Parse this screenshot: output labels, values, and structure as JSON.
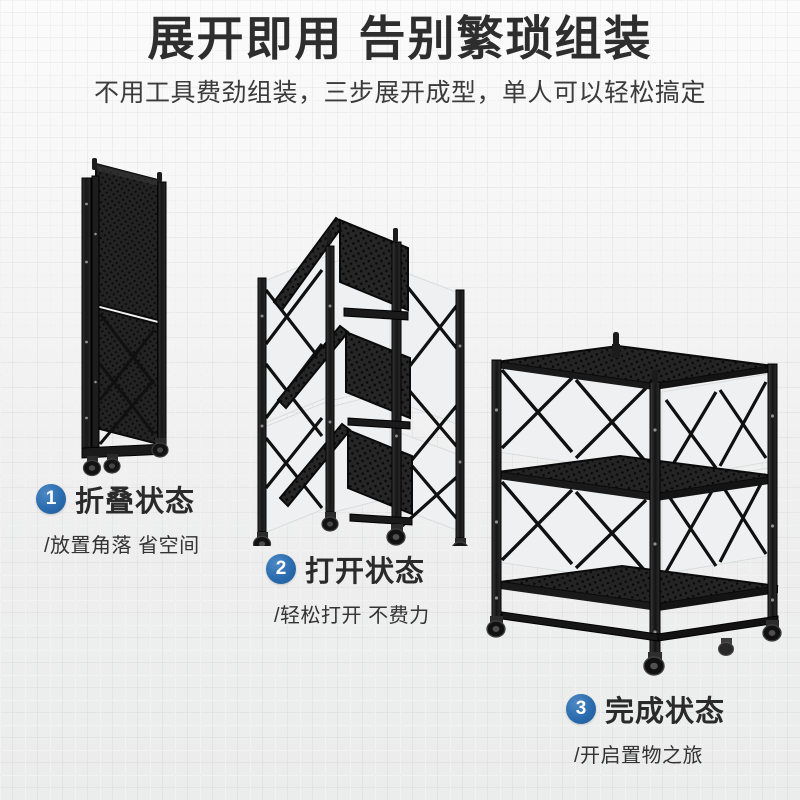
{
  "header": {
    "headline": "展开即用 告别繁琐组装",
    "subheadline": "不用工具费劲组装，三步展开成型，单人可以轻松搞定"
  },
  "steps": [
    {
      "number": "1",
      "title": "折叠状态",
      "subtitle": "/放置角落 省空间",
      "product_name": "folded-shelf-rack"
    },
    {
      "number": "2",
      "title": "打开状态",
      "subtitle": "/轻松打开 不费力",
      "product_name": "partially-unfolded-shelf-rack"
    },
    {
      "number": "3",
      "title": "完成状态",
      "subtitle": "/开启置物之旅",
      "product_name": "fully-assembled-shelf-rack"
    }
  ],
  "colors": {
    "badge_blue": "#2a6cae",
    "headline_text": "#2e2e2e",
    "body_text": "#333333",
    "product_black": "#1b1b1b",
    "background": "#f2f3f3",
    "panel_white": "#eef0f1"
  }
}
